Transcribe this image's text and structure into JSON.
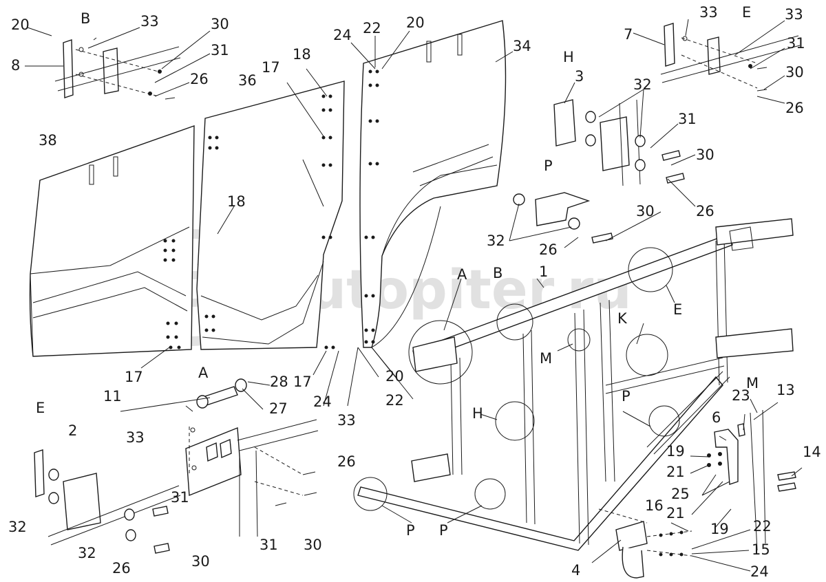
{
  "watermark": "autopiter.ru",
  "labels": [
    {
      "id": "c1",
      "text": "20"
    },
    {
      "id": "c2",
      "text": "B"
    },
    {
      "id": "c3",
      "text": "33"
    },
    {
      "id": "c4",
      "text": "30"
    },
    {
      "id": "c5",
      "text": "8"
    },
    {
      "id": "c6",
      "text": "31"
    },
    {
      "id": "c7",
      "text": "26"
    },
    {
      "id": "c8",
      "text": "24"
    },
    {
      "id": "c9",
      "text": "22"
    },
    {
      "id": "c10",
      "text": "20"
    },
    {
      "id": "c11",
      "text": "34"
    },
    {
      "id": "c12",
      "text": "18"
    },
    {
      "id": "c13",
      "text": "36"
    },
    {
      "id": "c14",
      "text": "17"
    },
    {
      "id": "c15",
      "text": "38"
    },
    {
      "id": "c16",
      "text": "18"
    },
    {
      "id": "c17",
      "text": "33"
    },
    {
      "id": "c18",
      "text": "E"
    },
    {
      "id": "c19",
      "text": "33"
    },
    {
      "id": "c20",
      "text": "7"
    },
    {
      "id": "c21",
      "text": "31"
    },
    {
      "id": "c22",
      "text": "30"
    },
    {
      "id": "c23",
      "text": "26"
    },
    {
      "id": "c24",
      "text": "H"
    },
    {
      "id": "c25",
      "text": "3"
    },
    {
      "id": "c26",
      "text": "32"
    },
    {
      "id": "c27",
      "text": "31"
    },
    {
      "id": "c28",
      "text": "30"
    },
    {
      "id": "c29",
      "text": "26"
    },
    {
      "id": "c30",
      "text": "P"
    },
    {
      "id": "c31",
      "text": "30"
    },
    {
      "id": "c32",
      "text": "32"
    },
    {
      "id": "c33",
      "text": "26"
    },
    {
      "id": "c34",
      "text": "1"
    },
    {
      "id": "c35",
      "text": "A"
    },
    {
      "id": "c36",
      "text": "B"
    },
    {
      "id": "c37",
      "text": "E"
    },
    {
      "id": "c38",
      "text": "M"
    },
    {
      "id": "c39",
      "text": "K"
    },
    {
      "id": "c40",
      "text": "H"
    },
    {
      "id": "c41",
      "text": "P"
    },
    {
      "id": "c42",
      "text": "M"
    },
    {
      "id": "c43",
      "text": "13"
    },
    {
      "id": "c44",
      "text": "23"
    },
    {
      "id": "c45",
      "text": "6"
    },
    {
      "id": "c46",
      "text": "14"
    },
    {
      "id": "c47",
      "text": "19"
    },
    {
      "id": "c48",
      "text": "21"
    },
    {
      "id": "c49",
      "text": "25"
    },
    {
      "id": "c50",
      "text": "21"
    },
    {
      "id": "c51",
      "text": "19"
    },
    {
      "id": "c52",
      "text": "16"
    },
    {
      "id": "c53",
      "text": "22"
    },
    {
      "id": "c54",
      "text": "15"
    },
    {
      "id": "c55",
      "text": "4"
    },
    {
      "id": "c56",
      "text": "24"
    },
    {
      "id": "c57",
      "text": "P"
    },
    {
      "id": "c58",
      "text": "P"
    },
    {
      "id": "c59",
      "text": "17"
    },
    {
      "id": "c60",
      "text": "A"
    },
    {
      "id": "c61",
      "text": "28"
    },
    {
      "id": "c62",
      "text": "11"
    },
    {
      "id": "c63",
      "text": "27"
    },
    {
      "id": "c64",
      "text": "17"
    },
    {
      "id": "c65",
      "text": "24"
    },
    {
      "id": "c66",
      "text": "20"
    },
    {
      "id": "c67",
      "text": "22"
    },
    {
      "id": "c68",
      "text": "E"
    },
    {
      "id": "c69",
      "text": "2"
    },
    {
      "id": "c70",
      "text": "33"
    },
    {
      "id": "c71",
      "text": "33"
    },
    {
      "id": "c72",
      "text": "26"
    },
    {
      "id": "c73",
      "text": "31"
    },
    {
      "id": "c74",
      "text": "32"
    },
    {
      "id": "c75",
      "text": "32"
    },
    {
      "id": "c76",
      "text": "26"
    },
    {
      "id": "c77",
      "text": "30"
    },
    {
      "id": "c78",
      "text": "31"
    },
    {
      "id": "c79",
      "text": "30"
    }
  ]
}
